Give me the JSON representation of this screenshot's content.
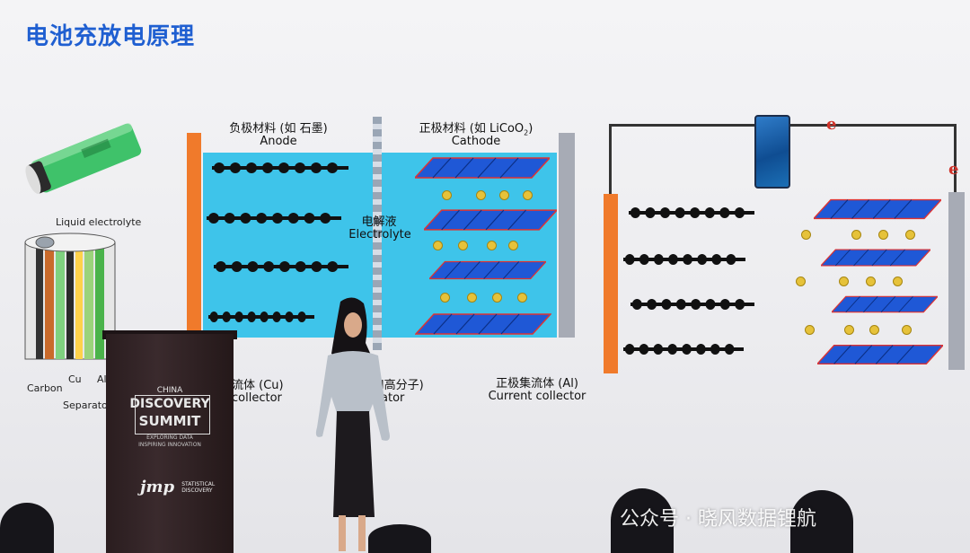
{
  "slide": {
    "title": "电池充放电原理",
    "battery_labels": {
      "liquid_electrolyte": "Liquid electrolyte",
      "carbon": "Carbon",
      "cu": "Cu",
      "al": "Al",
      "separator": "Separato"
    },
    "anode_cn": "负极材料 (如 石墨)",
    "anode_en": "Anode",
    "cathode_cn": "正极材料 (如 LiCoO",
    "cathode_sub": "2",
    "cathode_close": ")",
    "cathode_en": "Cathode",
    "electrolyte_cn": "电解液",
    "electrolyte_en": "Electrolyte",
    "anode_collector_cn": "流体 (Cu)",
    "anode_collector_en": "collector",
    "separator_cn": "l高分子)",
    "separator_en": "ator",
    "cathode_collector_cn": "正极集流体 (Al)",
    "cathode_collector_en": "Current collector",
    "electron_symbol": "e"
  },
  "podium": {
    "line1": "CHINA",
    "line2": "DISCOVERY",
    "line3": "SUMMIT",
    "line4": "EXPLORING DATA",
    "line5": "INSPIRING INNOVATION",
    "brand": "jmp",
    "brand_sub1": "STATISTICAL",
    "brand_sub2": "DISCOVERY"
  },
  "watermark": "公众号 · 晓风数据锂航",
  "colors": {
    "title_blue": "#1f5fd1",
    "copper_bar": "#f07a2b",
    "aluminum_bar": "#a7abb5",
    "electrolyte": "#3ec4ea",
    "cathode_blue": "#1f58d6",
    "electron_red": "#d0332a",
    "li_ion": "#e6c23a"
  }
}
